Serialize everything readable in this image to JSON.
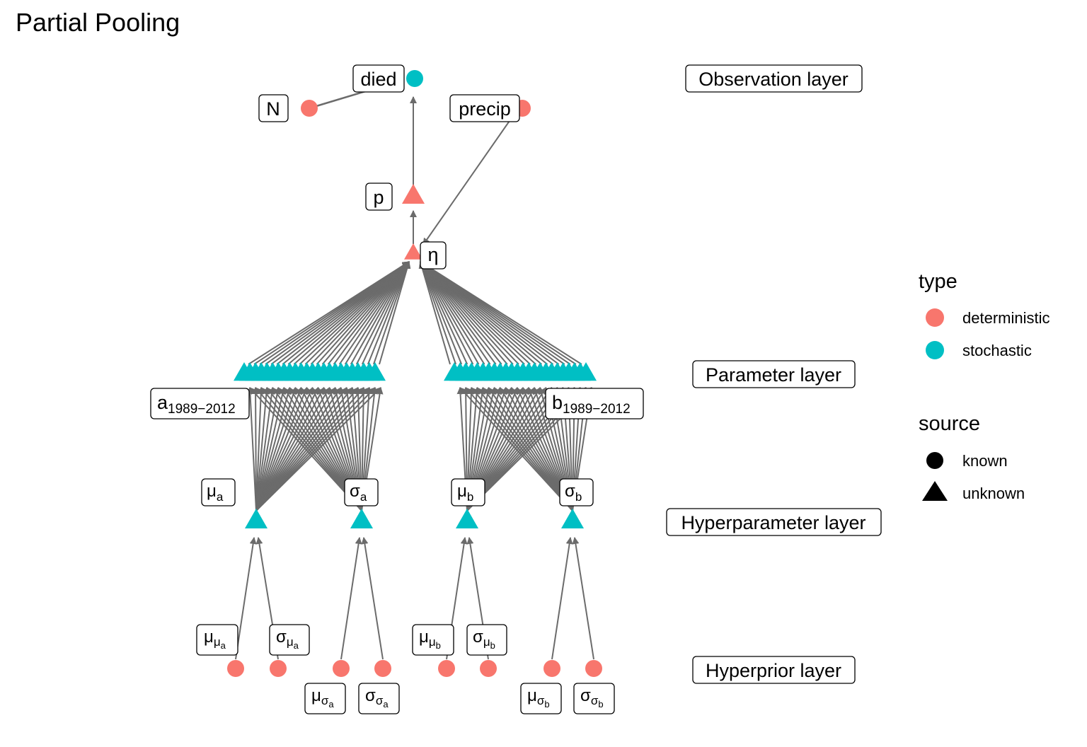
{
  "title": "Partial Pooling",
  "colors": {
    "deterministic": "#F8766D",
    "stochastic": "#00BFC4",
    "edge": "#6b6b6b"
  },
  "layers": {
    "observation": "Observation layer",
    "parameter": "Parameter layer",
    "hyperparameter": "Hyperparameter layer",
    "hyperprior": "Hyperprior layer"
  },
  "nodes": {
    "died": "died",
    "N": "N",
    "precip": "precip",
    "p": "p",
    "eta": "η",
    "a": {
      "base": "a",
      "sub": "1989−2012"
    },
    "b": {
      "base": "b",
      "sub": "1989−2012"
    },
    "mu_a": {
      "base": "μ",
      "sub": "a"
    },
    "sigma_a": {
      "base": "σ",
      "sub": "a"
    },
    "mu_b": {
      "base": "μ",
      "sub": "b"
    },
    "sigma_b": {
      "base": "σ",
      "sub": "b"
    },
    "mu_mu_a": {
      "base": "μ",
      "sub": "μ",
      "subsub": "a"
    },
    "sigma_mu_a": {
      "base": "σ",
      "sub": "μ",
      "subsub": "a"
    },
    "mu_sigma_a": {
      "base": "μ",
      "sub": "σ",
      "subsub": "a"
    },
    "sigma_sigma_a": {
      "base": "σ",
      "sub": "σ",
      "subsub": "a"
    },
    "mu_mu_b": {
      "base": "μ",
      "sub": "μ",
      "subsub": "b"
    },
    "sigma_mu_b": {
      "base": "σ",
      "sub": "μ",
      "subsub": "b"
    },
    "mu_sigma_b": {
      "base": "μ",
      "sub": "σ",
      "subsub": "b"
    },
    "sigma_sigma_b": {
      "base": "σ",
      "sub": "σ",
      "subsub": "b"
    }
  },
  "legend": {
    "type_title": "type",
    "type_items": [
      {
        "label": "deterministic",
        "color": "#F8766D"
      },
      {
        "label": "stochastic",
        "color": "#00BFC4"
      }
    ],
    "source_title": "source",
    "source_items": [
      {
        "label": "known",
        "shape": "circle"
      },
      {
        "label": "unknown",
        "shape": "triangle"
      }
    ]
  }
}
